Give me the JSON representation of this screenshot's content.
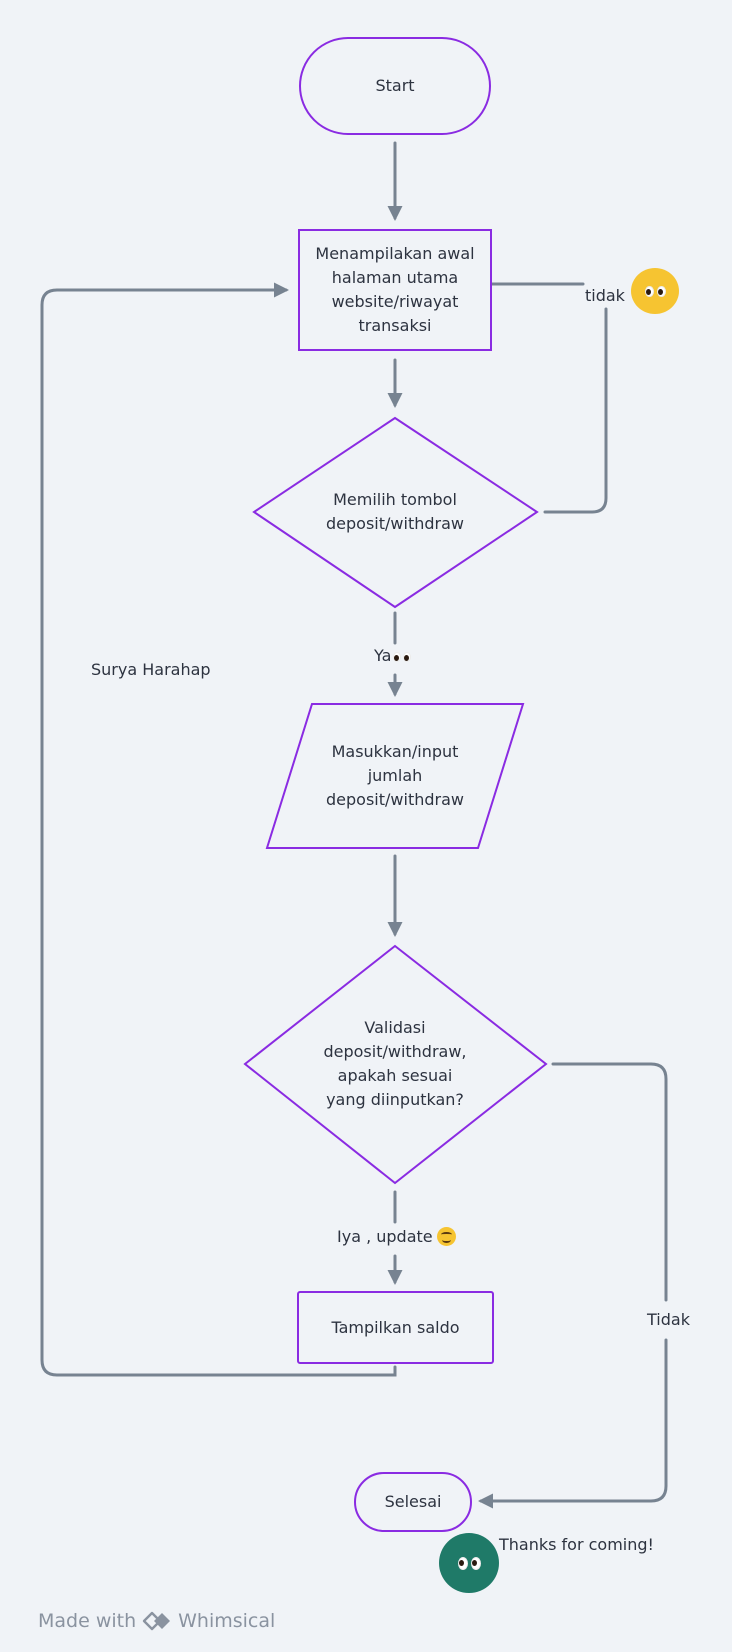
{
  "nodes": {
    "start": "Start",
    "display_main": "Menampilakan awal\nhalaman utama\nwebsite/riwayat\ntransaksi",
    "choose_button": "Memilih tombol\ndeposit/withdraw",
    "input_amount": "Masukkan/input\njumlah\ndeposit/withdraw",
    "validate": "Validasi\ndeposit/withdraw,\napakah sesuai\nyang diinputkan?",
    "show_balance": "Tampilkan saldo",
    "end": "Selesai"
  },
  "edge_labels": {
    "no_choose": "tidak",
    "yes_choose": "Ya",
    "yes_validate": "Iya , update",
    "no_validate": "Tidak"
  },
  "notes": {
    "author": "Surya Harahap",
    "thanks": "Thanks for coming!"
  },
  "footer": {
    "made_with": "Made with",
    "brand": "Whimsical"
  },
  "icons": {
    "eyes_yellow": "eyes-emoji-icon",
    "eyes_green": "eyes-emoji-icon",
    "smile": "smiling-face-icon"
  },
  "colors": {
    "shape_stroke": "#8a2be2",
    "connector": "#778391",
    "background": "#f0f3f7",
    "yellow_bubble": "#f6c431",
    "green_bubble": "#1f7a68"
  }
}
